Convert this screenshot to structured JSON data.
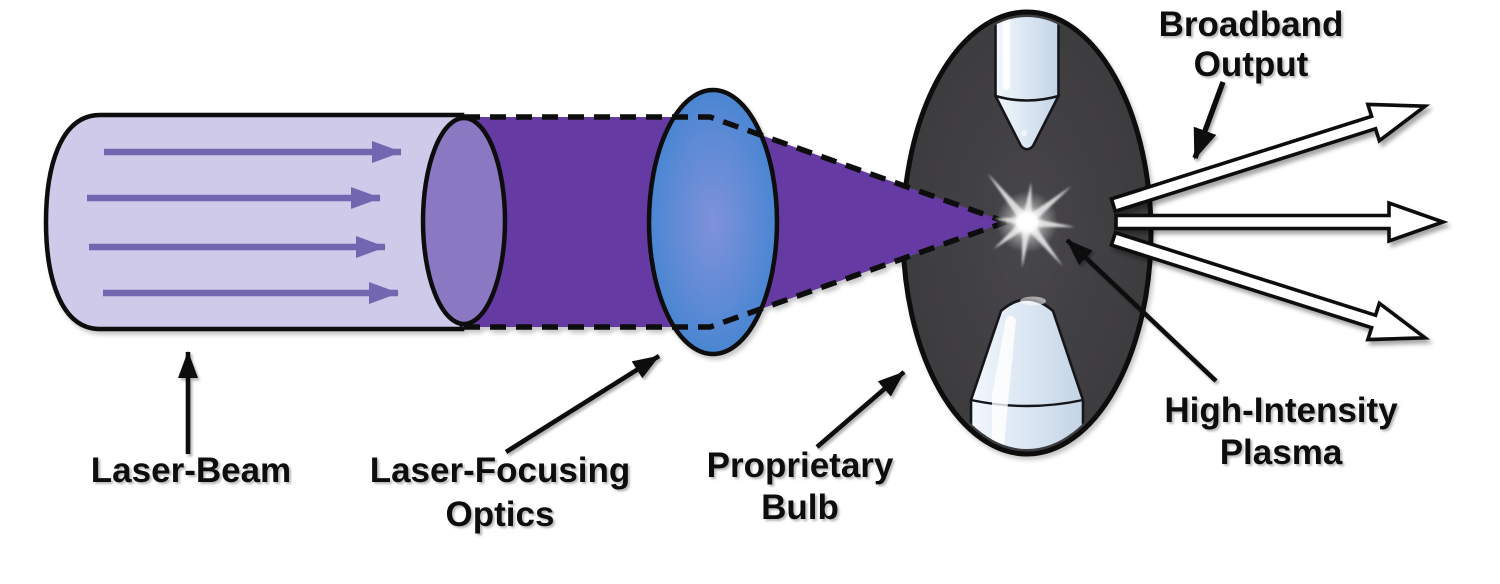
{
  "labels": {
    "laser_beam": "Laser-Beam",
    "laser_focusing_line1": "Laser-Focusing",
    "laser_focusing_line2": "Optics",
    "proprietary_line1": "Proprietary",
    "proprietary_line2": "Bulb",
    "high_intensity_line1": "High-Intensity",
    "high_intensity_line2": "Plasma",
    "broadband_line1": "Broadband",
    "broadband_line2": "Output"
  },
  "colors": {
    "background": "#ffffff",
    "outline": "#0d0d0d",
    "cylinder_fill": "#cfc9ea",
    "cylinder_arrow": "#7166af",
    "end_cap": "#8b78c3",
    "beam": "#653aa3",
    "lens_edge": "#4a86d2",
    "lens_center": "#7e92da",
    "bulb_edge": "#3d3c3f",
    "bulb_center": "#47464a",
    "electrode_light": "#f2f7fc",
    "electrode_mid": "#dde8f4",
    "electrode_dark": "#c3d4e6",
    "plasma_core": "#ffffff",
    "plasma_ray": "#e0e0e0",
    "output_arrow_fill": "#ffffff",
    "label_text": "#0d0d0d"
  }
}
